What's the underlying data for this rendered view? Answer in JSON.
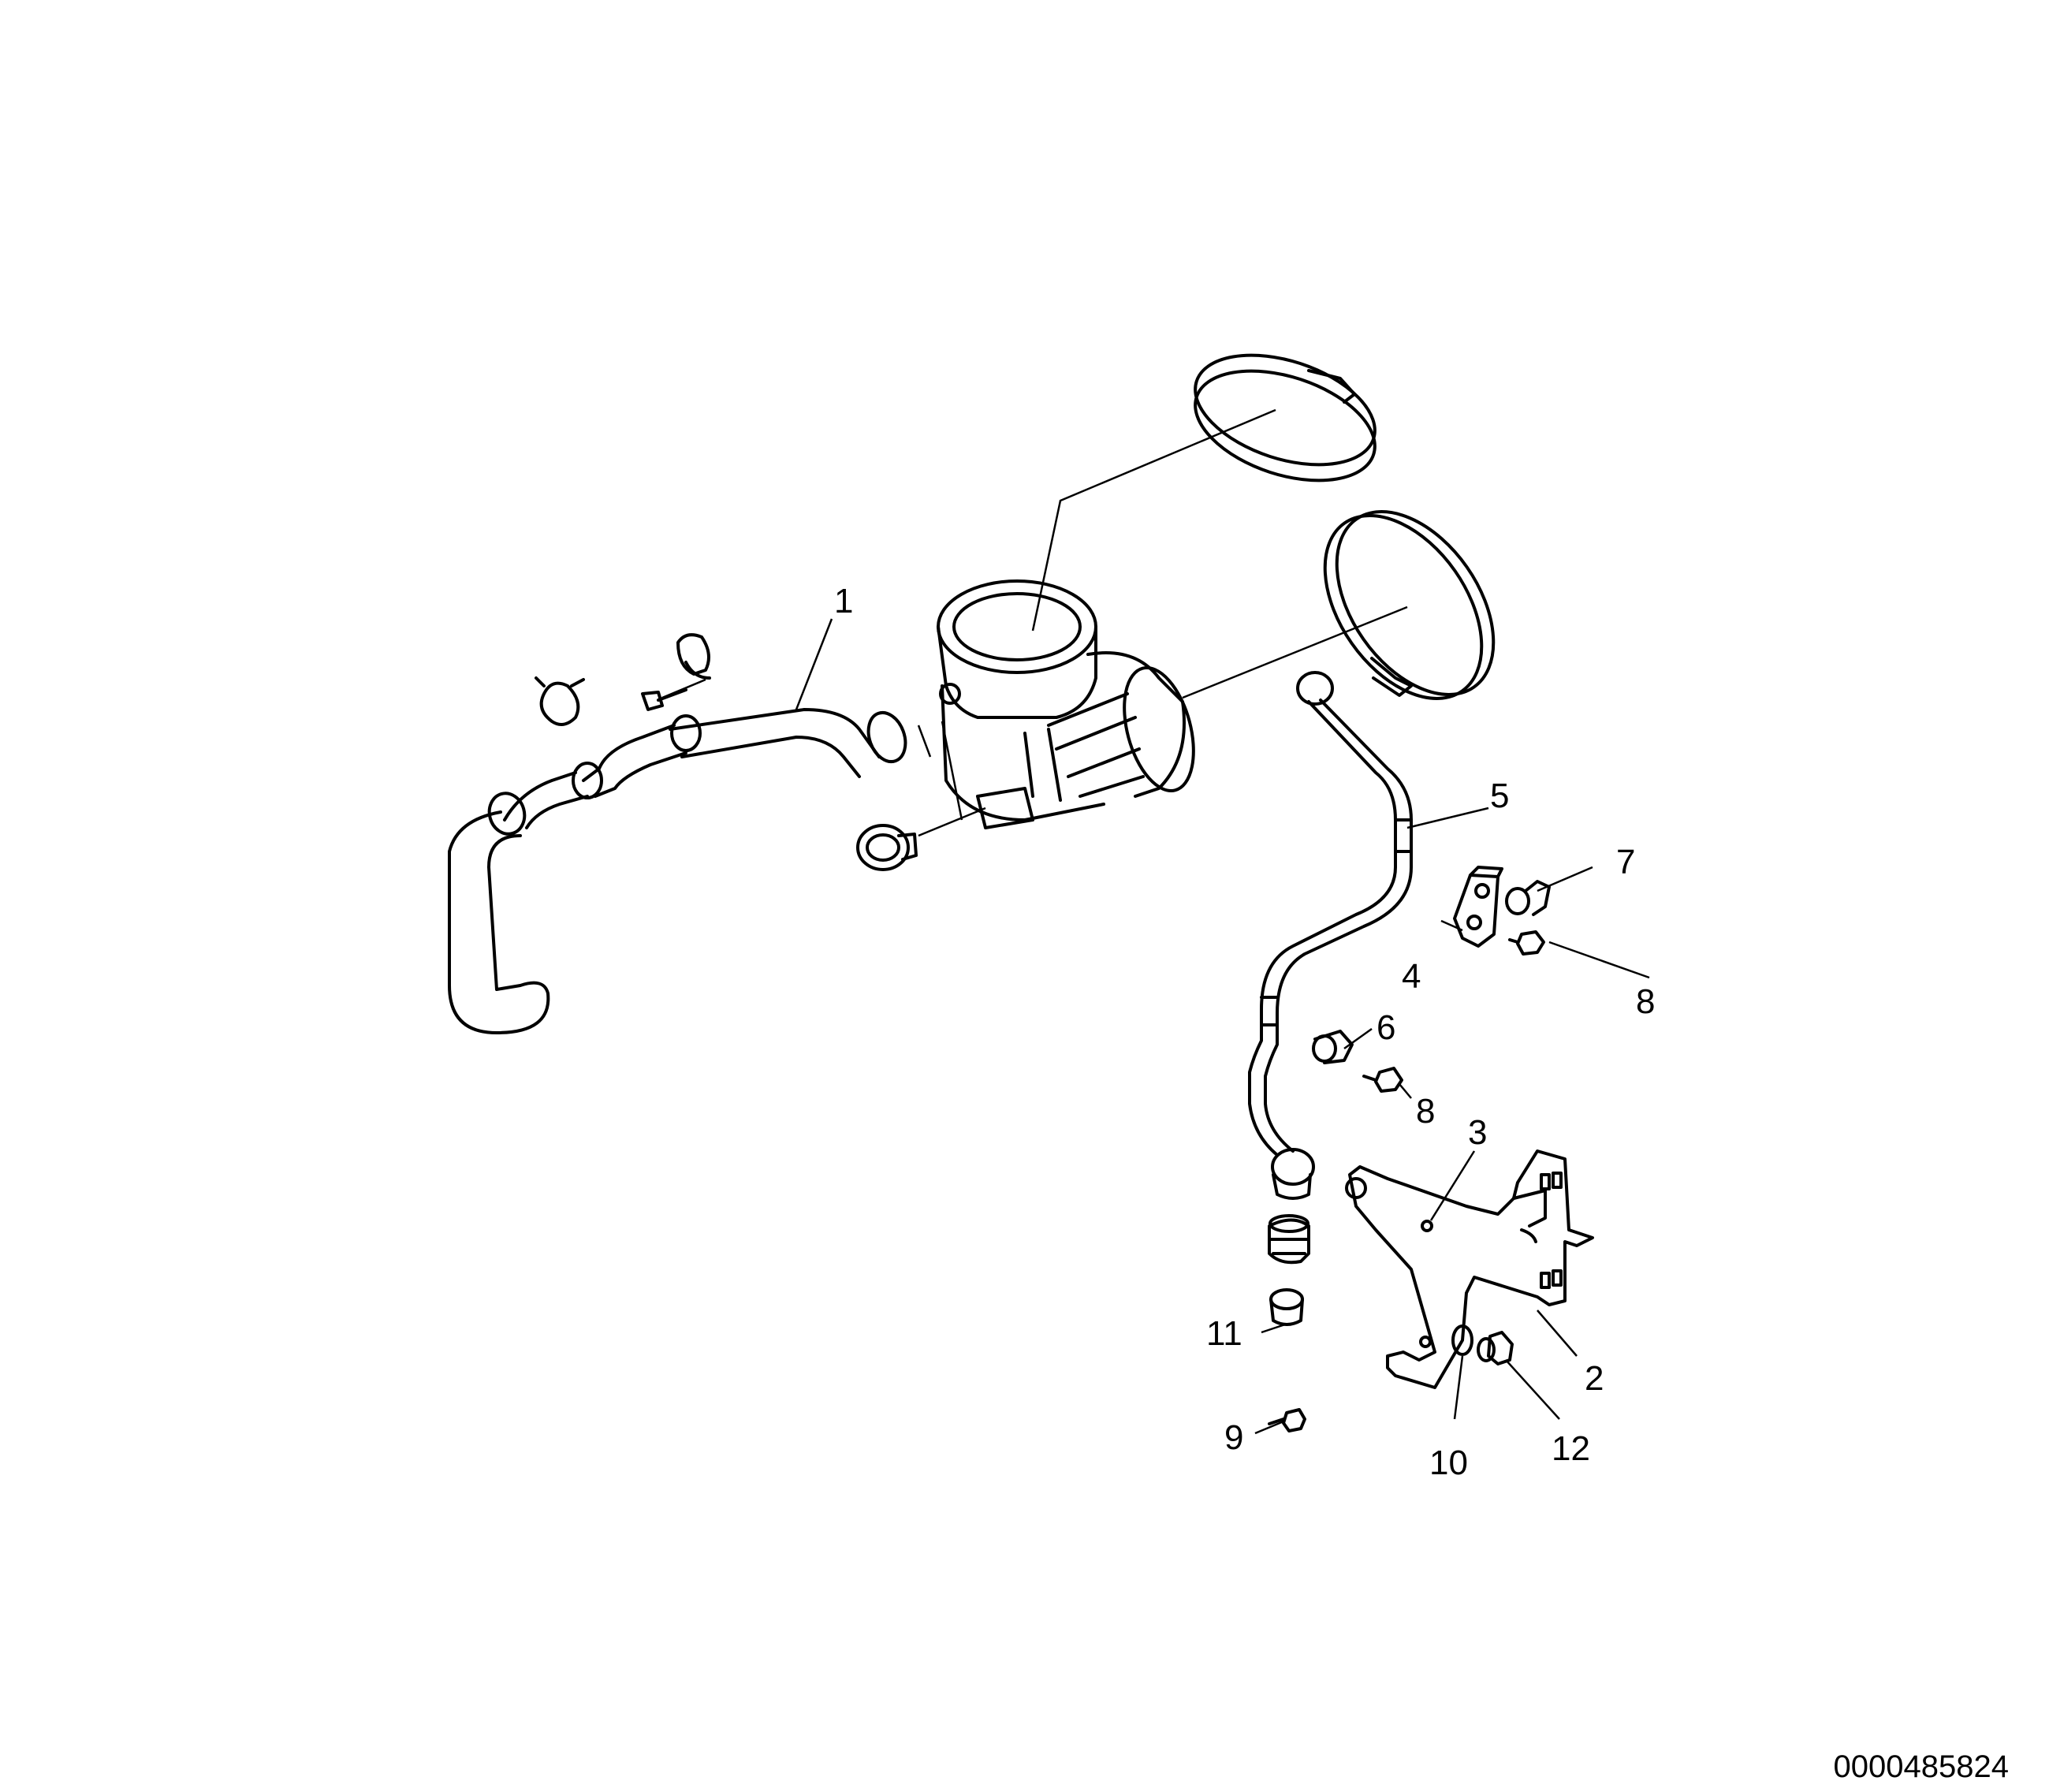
{
  "diagram": {
    "callouts": {
      "c1": "1",
      "c2": "2",
      "c3": "3",
      "c4": "4",
      "c5": "5",
      "c6": "6",
      "c7": "7",
      "c8a": "8",
      "c8b": "8",
      "c9": "9",
      "c10": "10",
      "c11": "11",
      "c12": "12"
    },
    "document_number": "0000485824"
  }
}
